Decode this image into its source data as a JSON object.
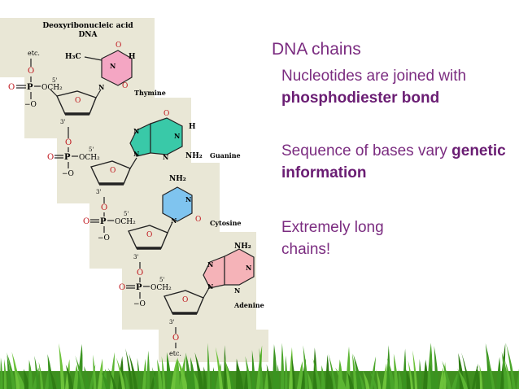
{
  "diagram": {
    "title_line1": "Deoxyribonucleic acid",
    "title_line2": "DNA",
    "etc": "etc.",
    "o": "O",
    "o_minus": "−O",
    "p": "P",
    "och2": "OCH₂",
    "five_prime": "5'",
    "three_prime": "3'",
    "h3c": "H₃C",
    "h": "H",
    "n": "N",
    "nh2": "NH₂",
    "bases": [
      "Thymine",
      "Guanine",
      "Cytosine",
      "Adenine"
    ],
    "colors": {
      "backdrop": "#e9e7d6",
      "thymine": "#f4a6c3",
      "guanine": "#39c9a8",
      "cytosine": "#7fc4ef",
      "adenine": "#f5b3b8",
      "bond": "#222222",
      "oxygen": "#c0181f"
    }
  },
  "slide": {
    "heading": "DNA chains",
    "b1_text": "Nucleotides are  joined with ",
    "b1_bold": "phosphodiester bond",
    "b2_text": "Sequence of bases  vary ",
    "b2_bold": "genetic  information",
    "b3_text": "Extremely long chains!",
    "text_color": "#7b2c80"
  }
}
